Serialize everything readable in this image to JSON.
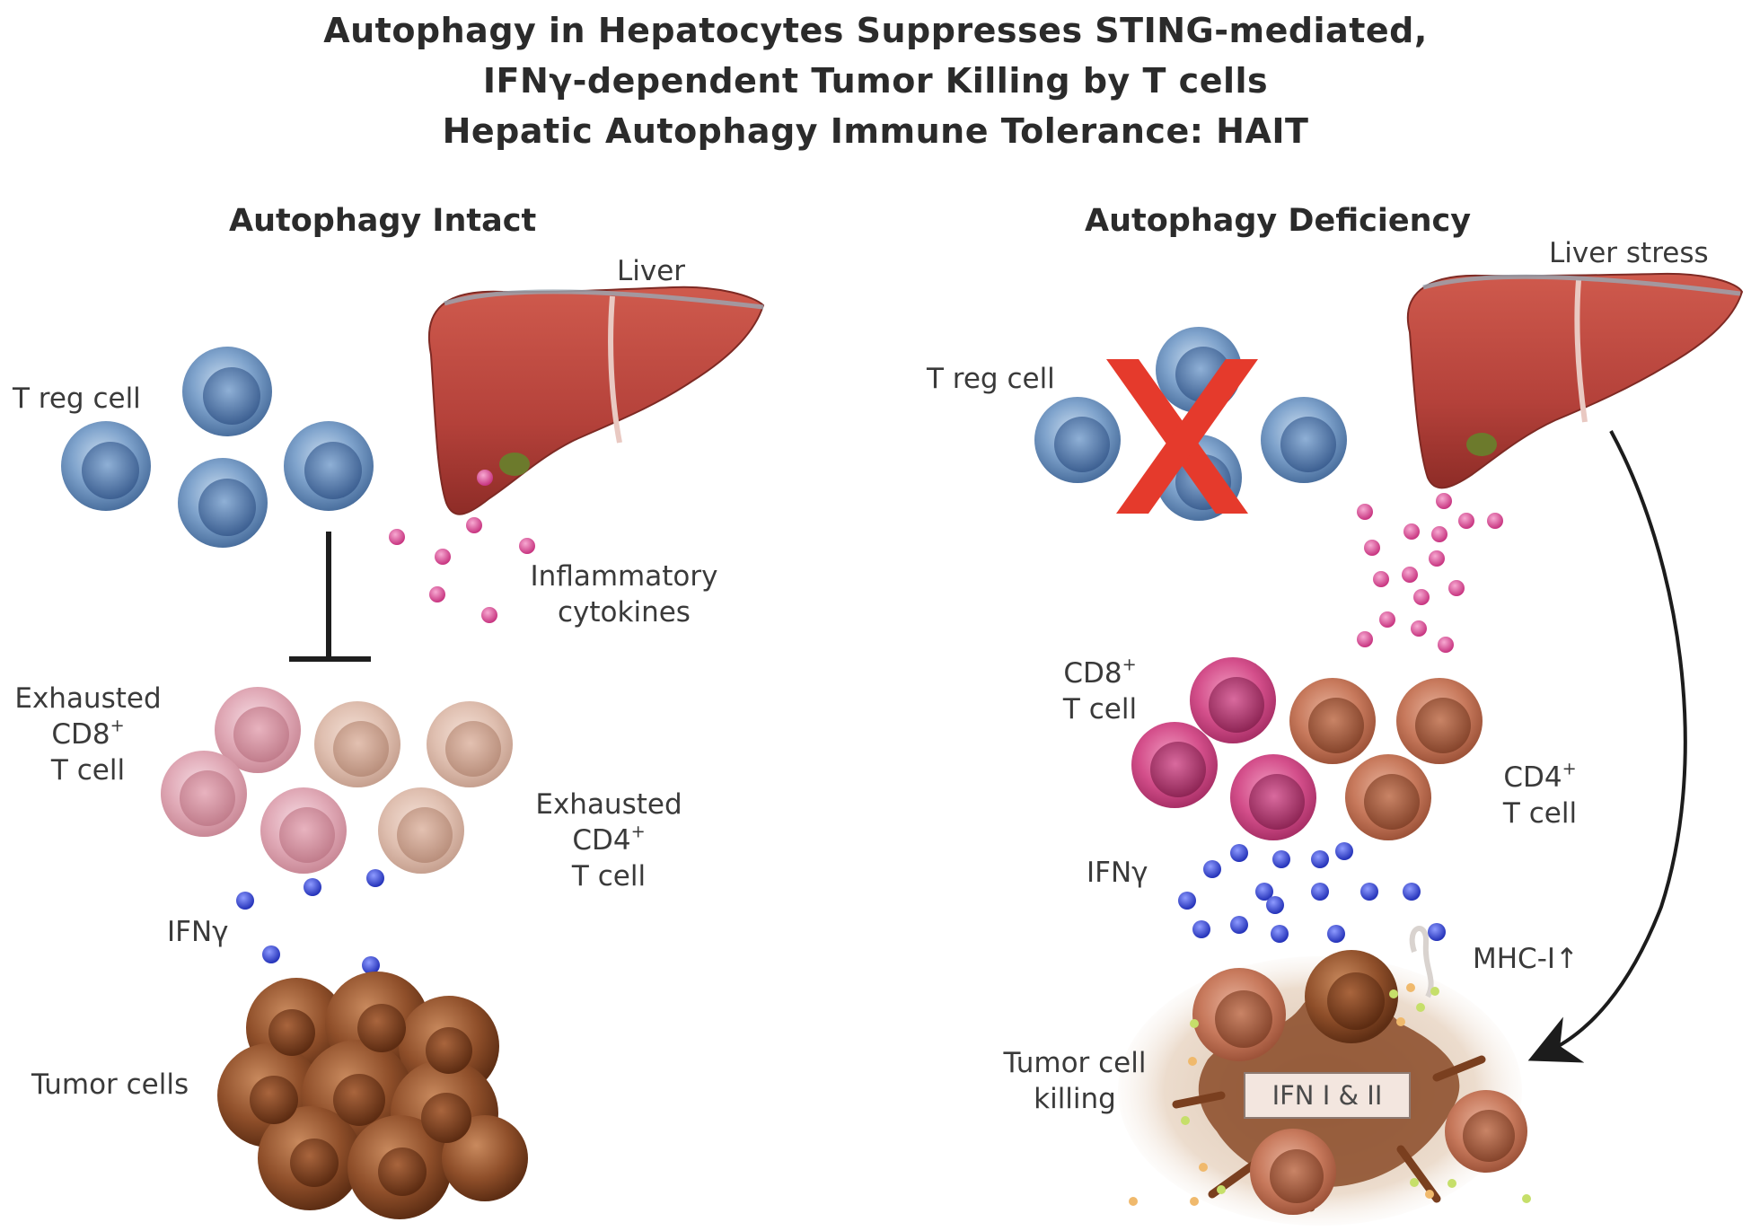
{
  "title": {
    "line1": "Autophagy in Hepatocytes Suppresses STING-mediated,",
    "line2": "IFNγ-dependent Tumor Killing by T cells",
    "line3": "Hepatic Autophagy Immune Tolerance: HAIT"
  },
  "left_panel": {
    "heading": "Autophagy Intact",
    "liver": "Liver",
    "treg": "T reg cell",
    "cytokines_line1": "Inflammatory",
    "cytokines_line2": "cytokines",
    "exhausted_cd8_line1": "Exhausted",
    "exhausted_cd8_line2": "CD8",
    "exhausted_cd8_sup": "+",
    "exhausted_cd8_line3": "T cell",
    "exhausted_cd4_line1": "Exhausted",
    "exhausted_cd4_line2": "CD4",
    "exhausted_cd4_sup": "+",
    "exhausted_cd4_line3": "T cell",
    "ifng": "IFNγ",
    "tumor": "Tumor cells"
  },
  "right_panel": {
    "heading": "Autophagy Deficiency",
    "liver_stress": "Liver stress",
    "treg": "T reg cell",
    "cd8_line1": "CD8",
    "cd8_sup": "+",
    "cd8_line2": "T cell",
    "cd4_line1": "CD4",
    "cd4_sup": "+",
    "cd4_line2": "T cell",
    "ifng": "IFNγ",
    "mhc": "MHC-I↑",
    "tumor_killing_line1": "Tumor cell",
    "tumor_killing_line2": "killing",
    "ifn_box": "IFN I & II"
  },
  "colors": {
    "treg_blue": "#5b84b8",
    "cytokine_pink": "#d9469a",
    "ifng_blue": "#2f3fc4",
    "liver_red": "#b7443d",
    "inhibition_cross": "#e53a2c",
    "tumor_brown": "#8a4a25"
  }
}
